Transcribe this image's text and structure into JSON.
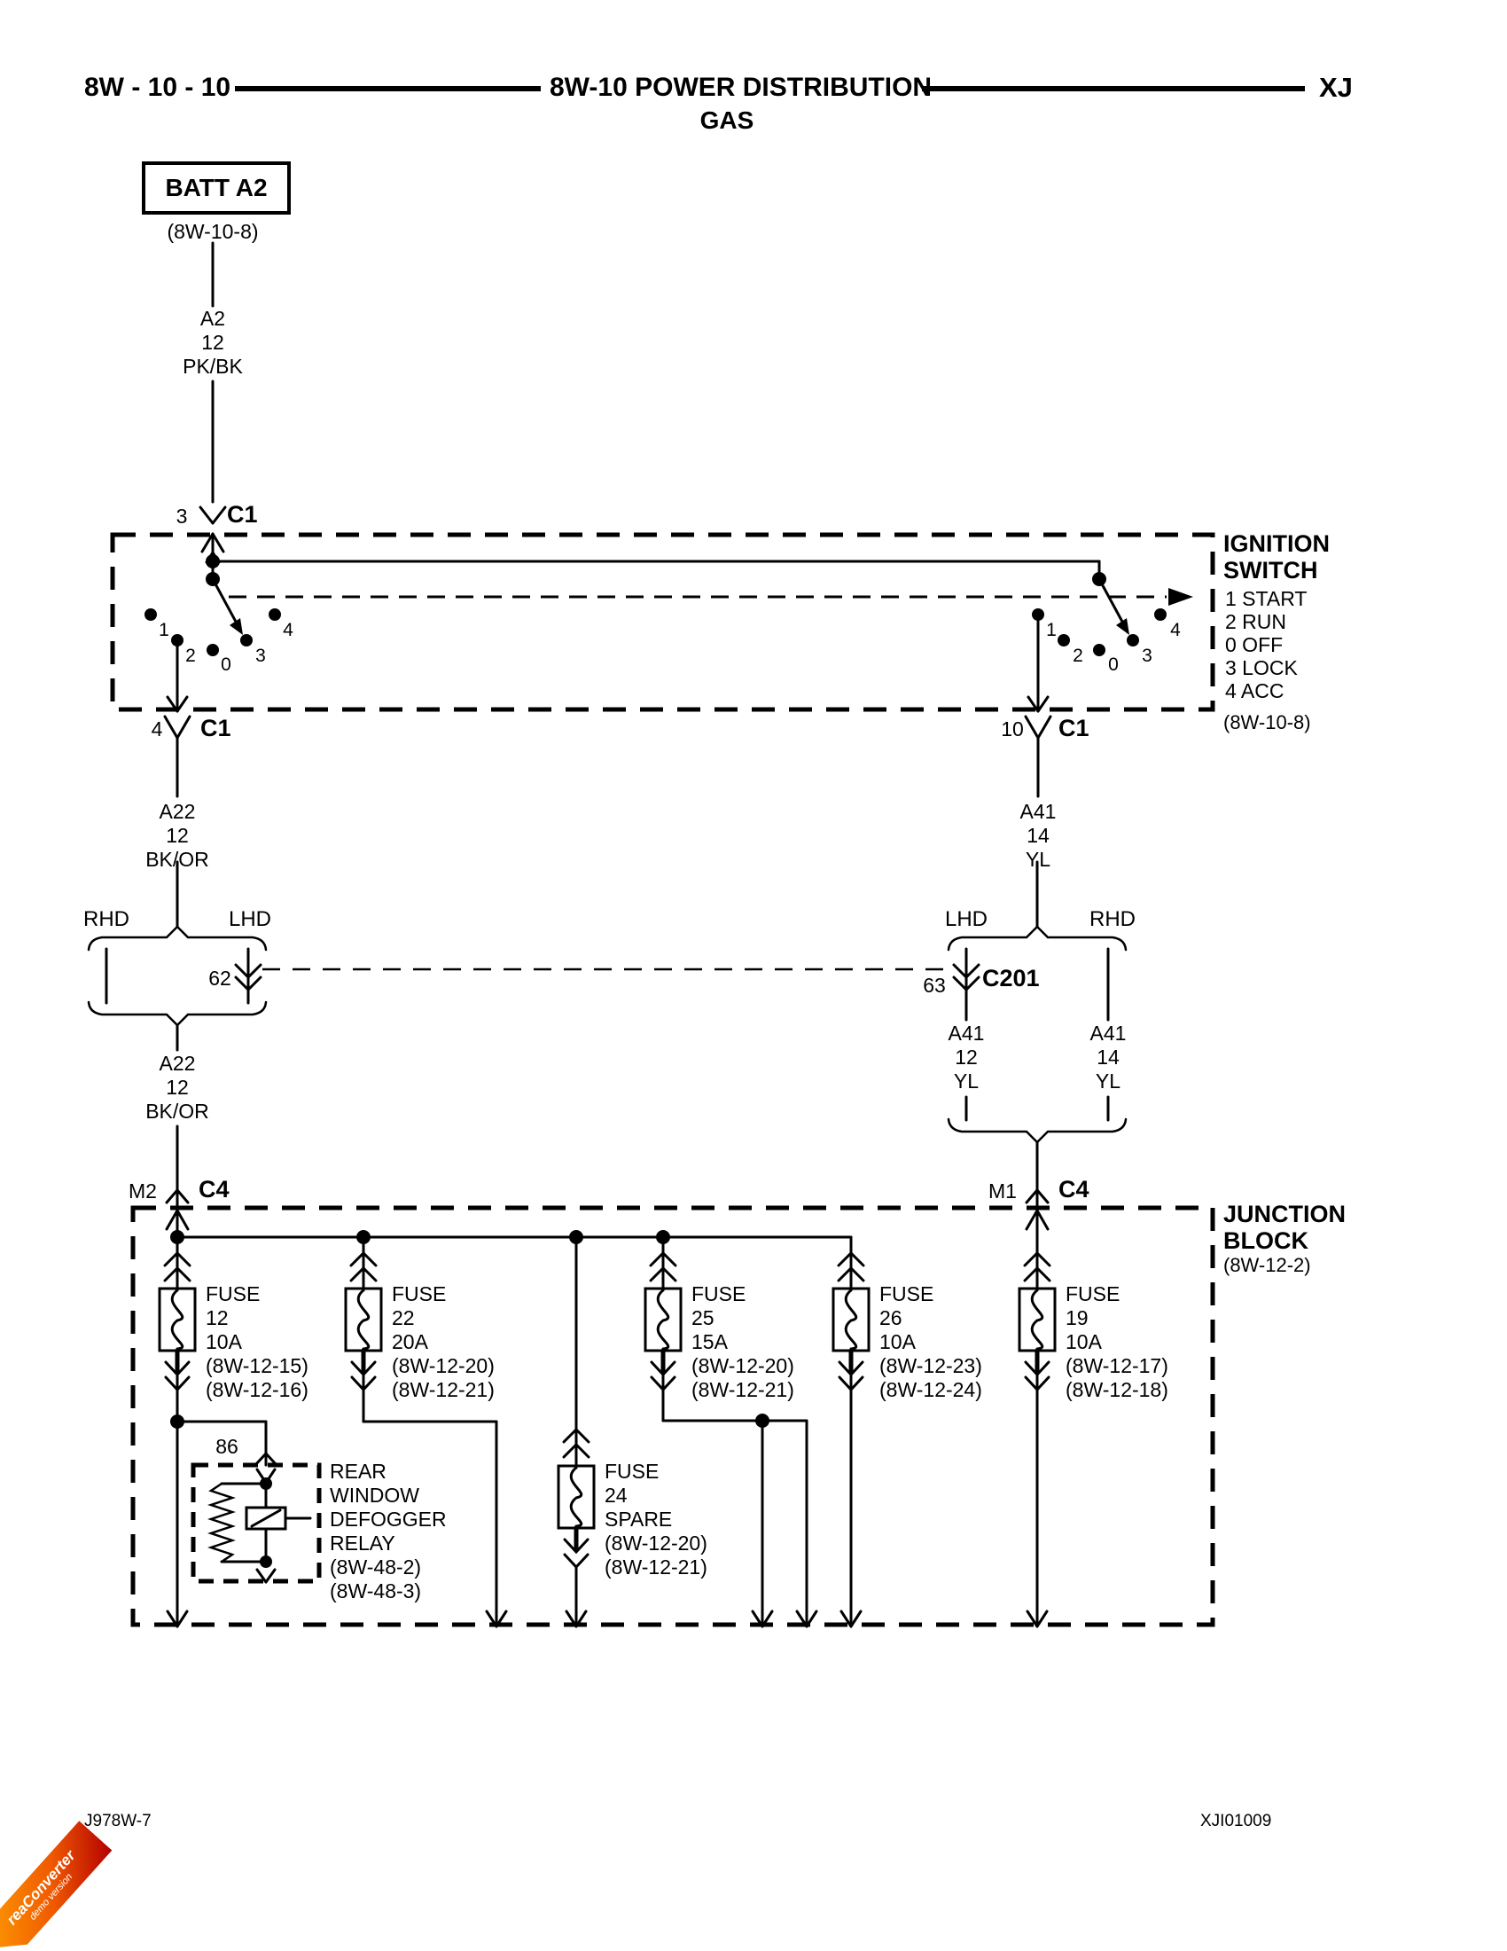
{
  "header": {
    "page_ref": "8W - 10 - 10",
    "title": "8W-10 POWER DISTRIBUTION",
    "subtitle": "GAS",
    "model": "XJ"
  },
  "battery": {
    "label": "BATT A2",
    "ref": "(8W-10-8)"
  },
  "wires": {
    "a2": {
      "circuit": "A2",
      "gauge": "12",
      "color": "PK/BK"
    },
    "a22_upper": {
      "circuit": "A22",
      "gauge": "12",
      "color": "BK/OR"
    },
    "a22_lower": {
      "circuit": "A22",
      "gauge": "12",
      "color": "BK/OR"
    },
    "a41_upper": {
      "circuit": "A41",
      "gauge": "14",
      "color": "YL"
    },
    "a41_lhd": {
      "circuit": "A41",
      "gauge": "12",
      "color": "YL"
    },
    "a41_rhd": {
      "circuit": "A41",
      "gauge": "14",
      "color": "YL"
    }
  },
  "connectors": {
    "c1_top": {
      "pin": "3",
      "name": "C1"
    },
    "c1_left": {
      "pin": "4",
      "name": "C1"
    },
    "c1_right": {
      "pin": "10",
      "name": "C1"
    },
    "c62": {
      "pin": "62"
    },
    "c201": {
      "pin": "63",
      "name": "C201"
    },
    "c4_left": {
      "pin": "M2",
      "name": "C4"
    },
    "c4_right": {
      "pin": "M1",
      "name": "C4"
    },
    "relay_pin": "86"
  },
  "ignition_switch": {
    "title1": "IGNITION",
    "title2": "SWITCH",
    "positions": [
      "1 START",
      "2 RUN",
      "0 OFF",
      "3 LOCK",
      "4 ACC"
    ],
    "ref": "(8W-10-8)",
    "left_contacts": [
      "1",
      "2",
      "0",
      "3",
      "4"
    ],
    "right_contacts": [
      "1",
      "2",
      "0",
      "3",
      "4"
    ]
  },
  "drive_labels": {
    "left_a": "RHD",
    "left_b": "LHD",
    "right_a": "LHD",
    "right_b": "RHD"
  },
  "junction_block": {
    "title1": "JUNCTION",
    "title2": "BLOCK",
    "ref": "(8W-12-2)",
    "fuses": [
      {
        "lines": [
          "FUSE",
          "12",
          "10A",
          "(8W-12-15)",
          "(8W-12-16)"
        ]
      },
      {
        "lines": [
          "FUSE",
          "22",
          "20A",
          "(8W-12-20)",
          "(8W-12-21)"
        ]
      },
      {
        "lines": [
          "FUSE",
          "25",
          "15A",
          "(8W-12-20)",
          "(8W-12-21)"
        ]
      },
      {
        "lines": [
          "FUSE",
          "26",
          "10A",
          "(8W-12-23)",
          "(8W-12-24)"
        ]
      },
      {
        "lines": [
          "FUSE",
          "19",
          "10A",
          "(8W-12-17)",
          "(8W-12-18)"
        ]
      },
      {
        "lines": [
          "FUSE",
          "24",
          "SPARE",
          "(8W-12-20)",
          "(8W-12-21)"
        ]
      }
    ],
    "relay": {
      "lines": [
        "REAR",
        "WINDOW",
        "DEFOGGER",
        "RELAY",
        "(8W-48-2)",
        "(8W-48-3)"
      ]
    }
  },
  "footer": {
    "left": "J978W-7",
    "right": "XJI01009"
  },
  "watermark": {
    "line1": "reaConverter",
    "line2": "demo version"
  }
}
